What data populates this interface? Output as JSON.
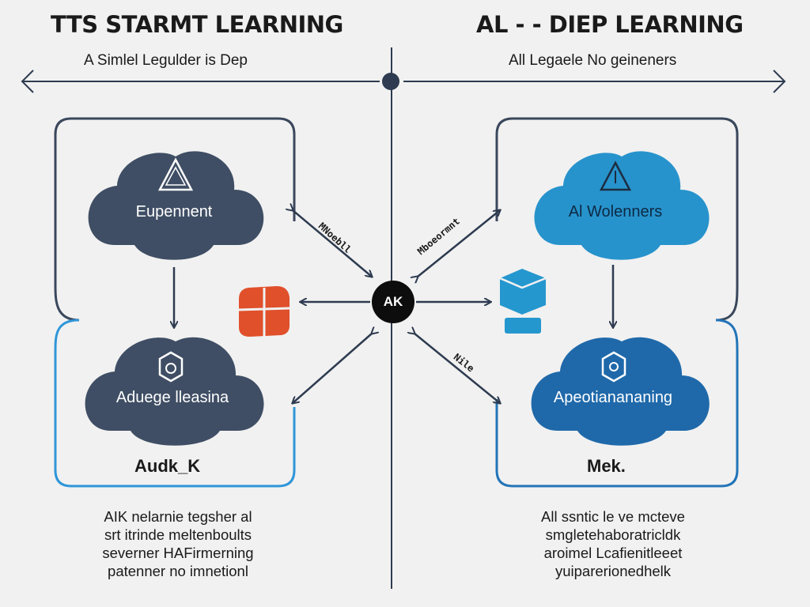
{
  "left": {
    "title": "TTS STARMT LEARNING",
    "subtitle": "A Simlel Legulder is Dep",
    "cloud_top_label": "Eupennent",
    "cloud_bottom_label": "Aduege lleasina",
    "box_label": "Audk_K",
    "description": [
      "AIK nelarnie tegsher al",
      "srt itrinde meltenboults",
      "severner HAFirmerning",
      "patenner no imnetionl"
    ],
    "edge_label": "MNoebll",
    "colors": {
      "cloud_top": "#3f4e64",
      "cloud_bottom": "#3f4e64",
      "frame_top": "#3a475c",
      "frame_bottom": "#2f96d8",
      "cube": "#e0502b"
    },
    "icons": {
      "top": "warning-triangle-icon",
      "bottom": "hexagon-node-icon",
      "cube": "cube-icon"
    }
  },
  "right": {
    "title": "AL - - DIEP LEARNING",
    "subtitle": "All Legaele No geineners",
    "cloud_top_label": "Al Wolenners",
    "cloud_bottom_label": "Apeotianananing",
    "box_label": "Mek.",
    "description": [
      "All ssntic le ve mcteve",
      "smgletehaboratricldk",
      "aroimel Lcafienitleeet",
      "yuiparerionedhelk"
    ],
    "edge_label_top": "Mboeormnt",
    "edge_label_bottom": "Nile",
    "colors": {
      "cloud_top": "#2793cc",
      "cloud_bottom": "#1f69aa",
      "frame_top": "#3a475c",
      "frame_bottom": "#2274b8",
      "cube": "#2597cf"
    },
    "icons": {
      "top": "warning-triangle-icon",
      "bottom": "hexagon-node-icon",
      "cube": "cube-icon"
    }
  },
  "hub": {
    "label": "AK",
    "color": "#0d0d0d"
  },
  "divider": {
    "node_color": "#2e3b50"
  }
}
